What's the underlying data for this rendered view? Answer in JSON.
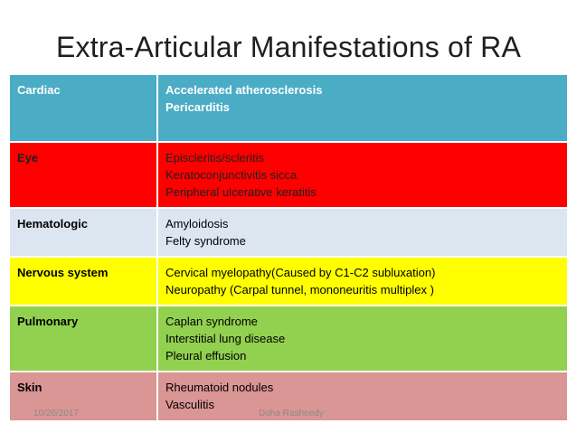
{
  "title": "Extra-Articular Manifestations of RA",
  "rows": [
    {
      "category": "Cardiac",
      "items": [
        "Accelerated atherosclerosis",
        "Pericarditis"
      ],
      "bg": "#4bacc6",
      "fg": "#ffffff",
      "items_bold": true
    },
    {
      "category": "Eye",
      "items": [
        "Episcleritis/scleritis",
        "Keratoconjunctivitis sicca",
        "Peripheral ulcerative keratitis"
      ],
      "bg": "#ff0000",
      "fg": "#1f1f1f",
      "items_bold": false
    },
    {
      "category": "Hematologic",
      "items": [
        "Amyloidosis",
        "Felty syndrome"
      ],
      "bg": "#dce6f1",
      "fg": "#000000",
      "items_bold": false
    },
    {
      "category": "Nervous system",
      "items": [
        "Cervical myelopathy(Caused by C1-C2 subluxation)",
        "Neuropathy (Carpal tunnel, mononeuritis multiplex )"
      ],
      "bg": "#ffff00",
      "fg": "#000000",
      "items_bold": false
    },
    {
      "category": "Pulmonary",
      "items": [
        "Caplan syndrome",
        "Interstitial lung disease",
        "Pleural effusion"
      ],
      "bg": "#92d050",
      "fg": "#000000",
      "items_bold": false
    },
    {
      "category": "Skin",
      "items": [
        "Rheumatoid nodules",
        "Vasculitis"
      ],
      "bg": "#da9694",
      "fg": "#000000",
      "items_bold": false
    }
  ],
  "footer": {
    "date": "10/26/2017",
    "author": "Doha Rasheedy"
  }
}
